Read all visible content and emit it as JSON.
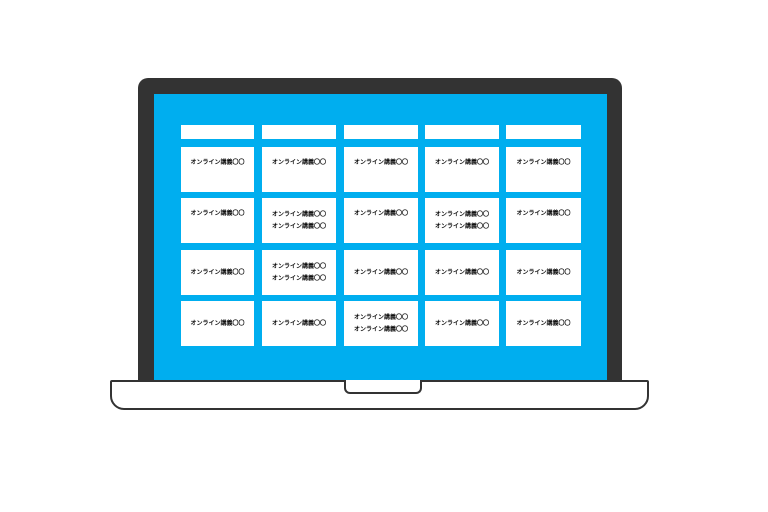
{
  "colors": {
    "screen": "#00aeef",
    "bezel": "#333333",
    "cell": "#ffffff",
    "text": "#111111"
  },
  "schedule": {
    "columns": 5,
    "rows": [
      {
        "cells": [
          [
            "オンライン講義〇〇"
          ],
          [
            "オンライン講義〇〇"
          ],
          [
            "オンライン講義〇〇"
          ],
          [
            "オンライン講義〇〇"
          ],
          [
            "オンライン講義〇〇"
          ]
        ]
      },
      {
        "cells": [
          [
            "オンライン講義〇〇"
          ],
          [
            "オンライン講義〇〇",
            "オンライン講義〇〇"
          ],
          [
            "オンライン講義〇〇"
          ],
          [
            "オンライン講義〇〇",
            "オンライン講義〇〇"
          ],
          [
            "オンライン講義〇〇"
          ]
        ]
      },
      {
        "cells": [
          [
            "オンライン講義〇〇"
          ],
          [
            "オンライン講義〇〇",
            "オンライン講義〇〇"
          ],
          [
            "オンライン講義〇〇"
          ],
          [
            "オンライン講義〇〇"
          ],
          [
            "オンライン講義〇〇"
          ]
        ]
      },
      {
        "cells": [
          [
            "オンライン講義〇〇"
          ],
          [
            "オンライン講義〇〇"
          ],
          [
            "オンライン講義〇〇",
            "オンライン講義〇〇"
          ],
          [
            "オンライン講義〇〇"
          ],
          [
            "オンライン講義〇〇"
          ]
        ]
      }
    ]
  }
}
